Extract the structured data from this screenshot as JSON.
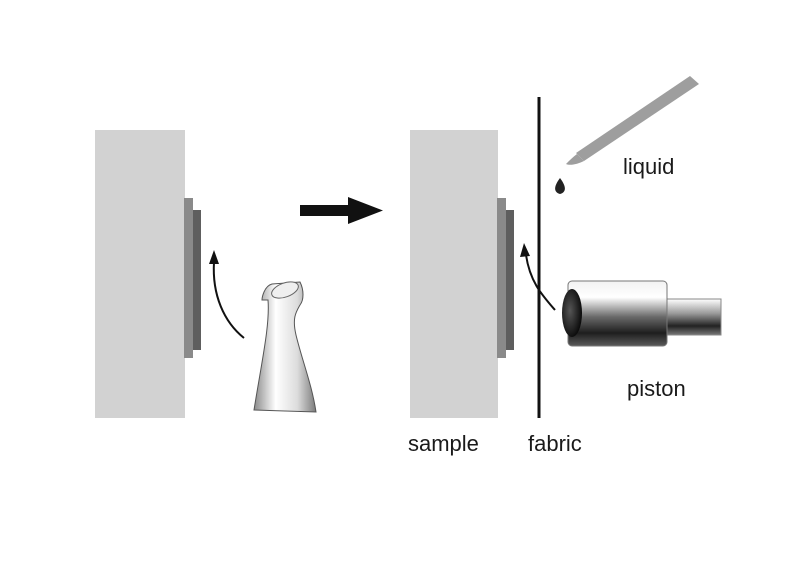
{
  "labels": {
    "liquid": "liquid",
    "piston": "piston",
    "sample": "sample",
    "fabric": "fabric"
  },
  "icons": {
    "transition": "right-arrow-icon",
    "tool": "needle-icon",
    "liquid_source": "pipette-icon",
    "press": "piston-icon"
  },
  "colors": {
    "sample_block": "#d2d2d2",
    "film_layer": "#808080",
    "fabric_line": "#111111",
    "arrow": "#111111"
  }
}
